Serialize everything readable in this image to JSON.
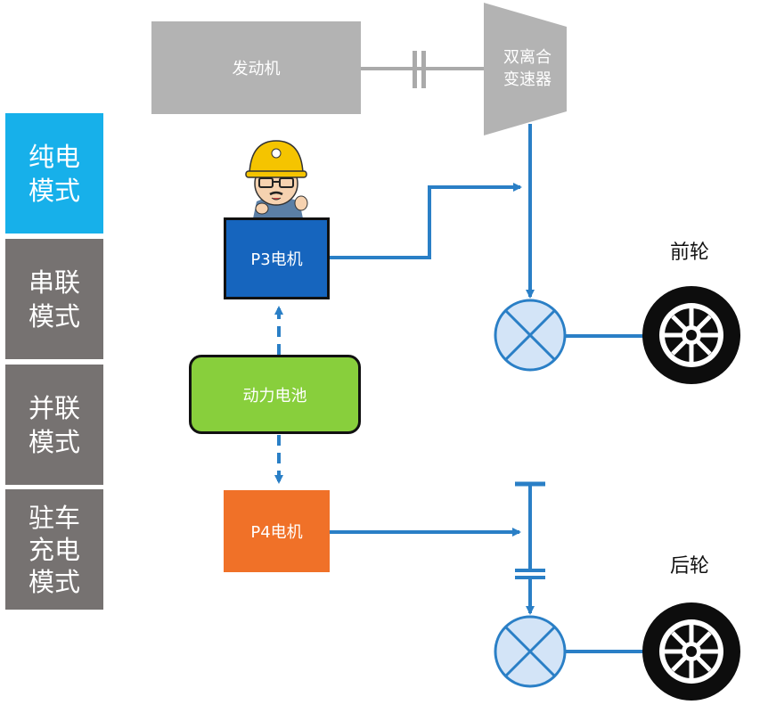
{
  "modes": [
    {
      "text": "纯电\n模式",
      "color": "#17b0ea"
    },
    {
      "text": "串联\n模式",
      "color": "#767271"
    },
    {
      "text": "并联\n模式",
      "color": "#767271"
    },
    {
      "text": "驻车\n充电\n模式",
      "color": "#767271"
    }
  ],
  "blocks": {
    "engine": "发动机",
    "gearbox": "双离合\n变速器",
    "p3_motor": "P3电机",
    "battery": "动力电池",
    "p4_motor": "P4电机"
  },
  "wheels": {
    "front": "前轮",
    "rear": "后轮"
  },
  "colors": {
    "active_mode": "#17b0ea",
    "inactive_mode": "#767271",
    "engine_gray": "#b3b3b3",
    "p3_blue": "#1665be",
    "p4_orange": "#f07128",
    "battery_green": "#88cf3c",
    "flow_line": "#2a7fc6",
    "inactive_line": "#aaaaaa",
    "differential_fill": "#d3e4f7"
  },
  "icons": [
    "engineer-mascot-icon",
    "differential-icon",
    "wheel-icon",
    "clutch-icon"
  ]
}
